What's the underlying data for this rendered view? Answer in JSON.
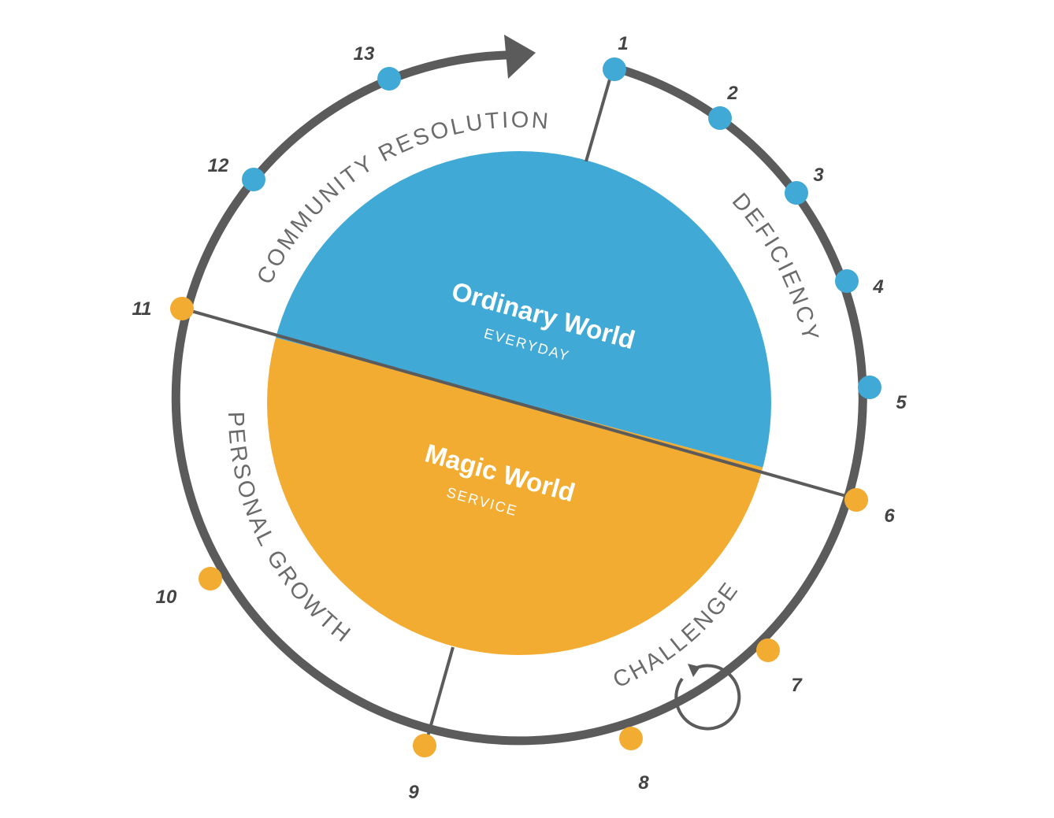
{
  "colors": {
    "ordinary": "#41a9d6",
    "magic": "#f3ac32",
    "ring": "#5b5b5b",
    "phase_text": "#6b6b6b",
    "number_text": "#444444"
  },
  "worlds": {
    "ordinary": {
      "title": "Ordinary World",
      "subtitle": "EVERYDAY"
    },
    "magic": {
      "title": "Magic World",
      "subtitle": "SERVICE"
    }
  },
  "phases": {
    "community_resolution": "COMMUNITY RESOLUTION",
    "deficiency": "DEFICIENCY",
    "challenge": "CHALLENGE",
    "personal_growth": "PERSONAL GROWTH"
  },
  "steps": [
    {
      "label": "1",
      "world": "ordinary"
    },
    {
      "label": "2",
      "world": "ordinary"
    },
    {
      "label": "3",
      "world": "ordinary"
    },
    {
      "label": "4",
      "world": "ordinary"
    },
    {
      "label": "5",
      "world": "ordinary"
    },
    {
      "label": "6",
      "world": "magic"
    },
    {
      "label": "7",
      "world": "magic"
    },
    {
      "label": "8",
      "world": "magic"
    },
    {
      "label": "9",
      "world": "magic"
    },
    {
      "label": "10",
      "world": "magic"
    },
    {
      "label": "11",
      "world": "magic"
    },
    {
      "label": "12",
      "world": "ordinary"
    },
    {
      "label": "13",
      "world": "ordinary"
    }
  ]
}
